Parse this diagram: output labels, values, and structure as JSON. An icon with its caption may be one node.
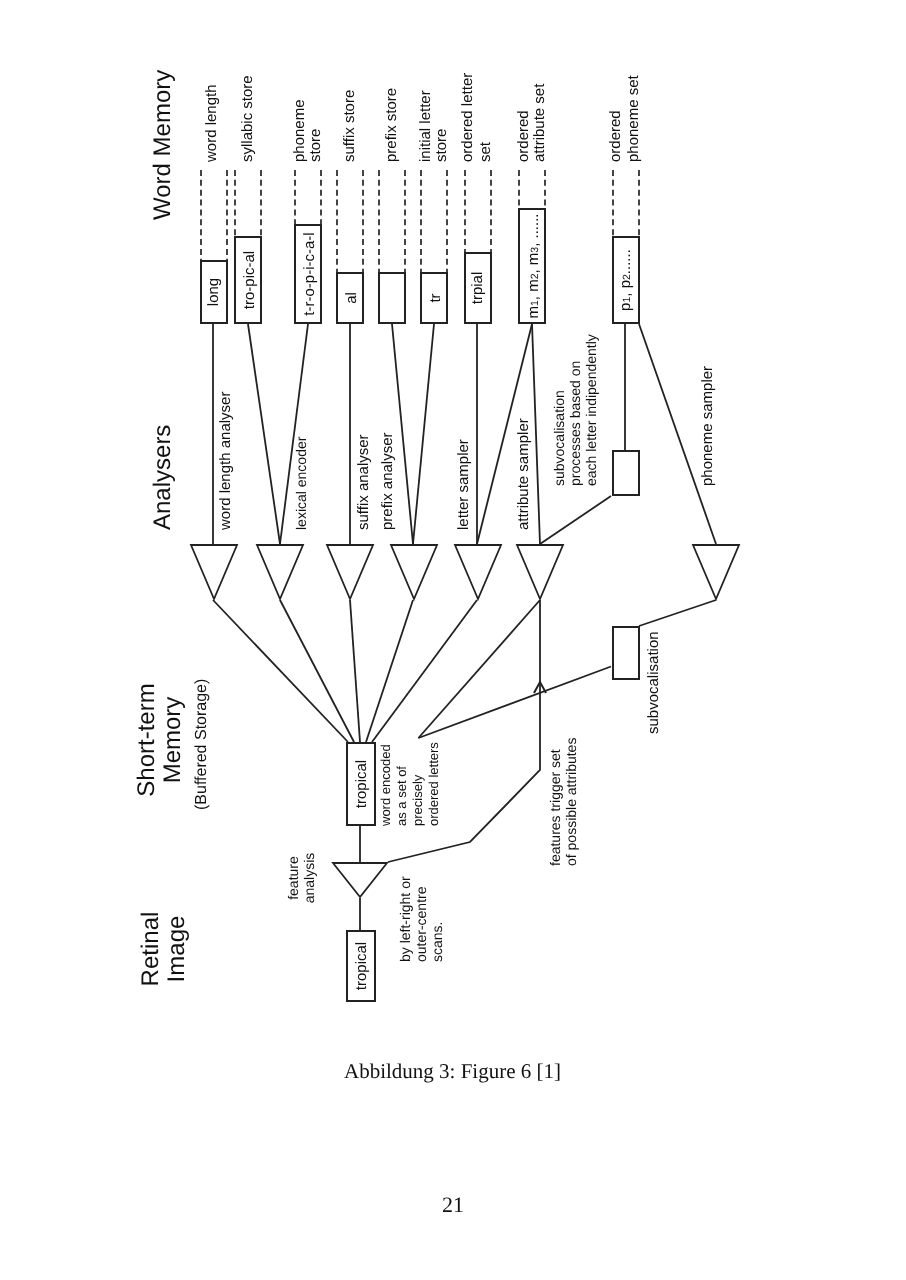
{
  "diagram": {
    "caption": "Abbildung 3: Figure 6 [1]",
    "nodes": [
      {
        "text": [
          "tropical"
        ]
      },
      {
        "text": [],
        "shape": "triangle",
        "beside": [
          "feature analysis",
          "by left-right or outer-centre scans."
        ]
      },
      {
        "text": [
          "tropical"
        ]
      },
      {
        "text": [
          "word encoded as a set of precisely ordered letters"
        ]
      },
      {
        "text": [],
        "shape": "box",
        "beside": [
          "subvocalisation"
        ]
      },
      {
        "text": [],
        "shape": "triangle",
        "beside": [
          "word length analyser"
        ]
      },
      {
        "text": [],
        "shape": "triangle",
        "beside": [
          "lexical encoder"
        ]
      },
      {
        "text": [],
        "shape": "triangle",
        "beside": [
          "suffix analyser"
        ]
      },
      {
        "text": [],
        "shape": "triangle",
        "beside": [
          "prefix analyser"
        ]
      },
      {
        "text": [],
        "shape": "triangle",
        "beside": [
          "letter sampler"
        ]
      },
      {
        "text": [],
        "shape": "triangle",
        "beside": [
          "attribute sampler"
        ]
      },
      {
        "text": [],
        "shape": "box",
        "beside": [
          "subvocalisation processes based on each letter indipendently"
        ]
      },
      {
        "text": [],
        "shape": "triangle",
        "beside": [
          "phoneme sampler"
        ]
      },
      {
        "text": [
          "long"
        ],
        "beside": [
          "word length"
        ]
      },
      {
        "text": [
          "tro-pic-al"
        ],
        "beside": [
          "syllabic store"
        ]
      },
      {
        "text": [
          "t-r-o-p-i-c-a-l"
        ],
        "beside": [
          "phoneme store"
        ]
      },
      {
        "text": [
          "al"
        ],
        "beside": [
          "suffix store"
        ]
      },
      {
        "text": [],
        "shape": "box",
        "beside": [
          "prefix store"
        ]
      },
      {
        "text": [
          "tr"
        ],
        "beside": [
          "initial letter store"
        ]
      },
      {
        "text": [
          "trpial"
        ],
        "beside": [
          "ordered letter set"
        ]
      },
      {
        "text": [
          "m$_{1}$, m$_{2}$, m$_{3}$, ......"
        ],
        "beside": [
          "ordered attribute set"
        ]
      },
      {
        "text": [
          "p$_{1}$, p$_{2}$......"
        ],
        "beside": [
          "ordered phoneme set"
        ]
      }
    ],
    "edges": [
      {
        "from": 0,
        "to": 1,
        "arrow": "none"
      },
      {
        "from": 1,
        "to": 2,
        "arrow": "none"
      },
      {
        "from": 2,
        "to": 5,
        "arrow": "none"
      },
      {
        "from": 2,
        "to": 6,
        "arrow": "none"
      },
      {
        "from": 2,
        "to": 7,
        "arrow": "none"
      },
      {
        "from": 2,
        "to": 8,
        "arrow": "none"
      },
      {
        "from": 2,
        "to": 9,
        "arrow": "none"
      },
      {
        "from": 3,
        "to": 10,
        "arrow": "none"
      },
      {
        "from": 3,
        "to": 4,
        "arrow": "none"
      },
      {
        "from": 1,
        "to": 10,
        "arrow": "to",
        "label": "features trigger set of possible attributes"
      },
      {
        "from": 5,
        "to": 13,
        "arrow": "none"
      },
      {
        "from": 6,
        "to": 14,
        "arrow": "none"
      },
      {
        "from": 6,
        "to": 15,
        "arrow": "none"
      },
      {
        "from": 7,
        "to": 16,
        "arrow": "none"
      },
      {
        "from": 8,
        "to": 17,
        "arrow": "none"
      },
      {
        "from": 8,
        "to": 18,
        "arrow": "none"
      },
      {
        "from": 9,
        "to": 19,
        "arrow": "none"
      },
      {
        "from": 9,
        "to": 20,
        "arrow": "none"
      },
      {
        "from": 10,
        "to": 20,
        "arrow": "none"
      },
      {
        "from": 10,
        "to": 11,
        "arrow": "none"
      },
      {
        "from": 11,
        "to": 21,
        "arrow": "none"
      },
      {
        "from": 12,
        "to": 21,
        "arrow": "none"
      },
      {
        "from": 12,
        "to": 4,
        "arrow": "none"
      }
    ],
    "labels": [
      "Retinal Image",
      "Short-term Memory",
      "(Buffered Storage)",
      "Analysers",
      "Word Memory",
      "21"
    ]
  }
}
